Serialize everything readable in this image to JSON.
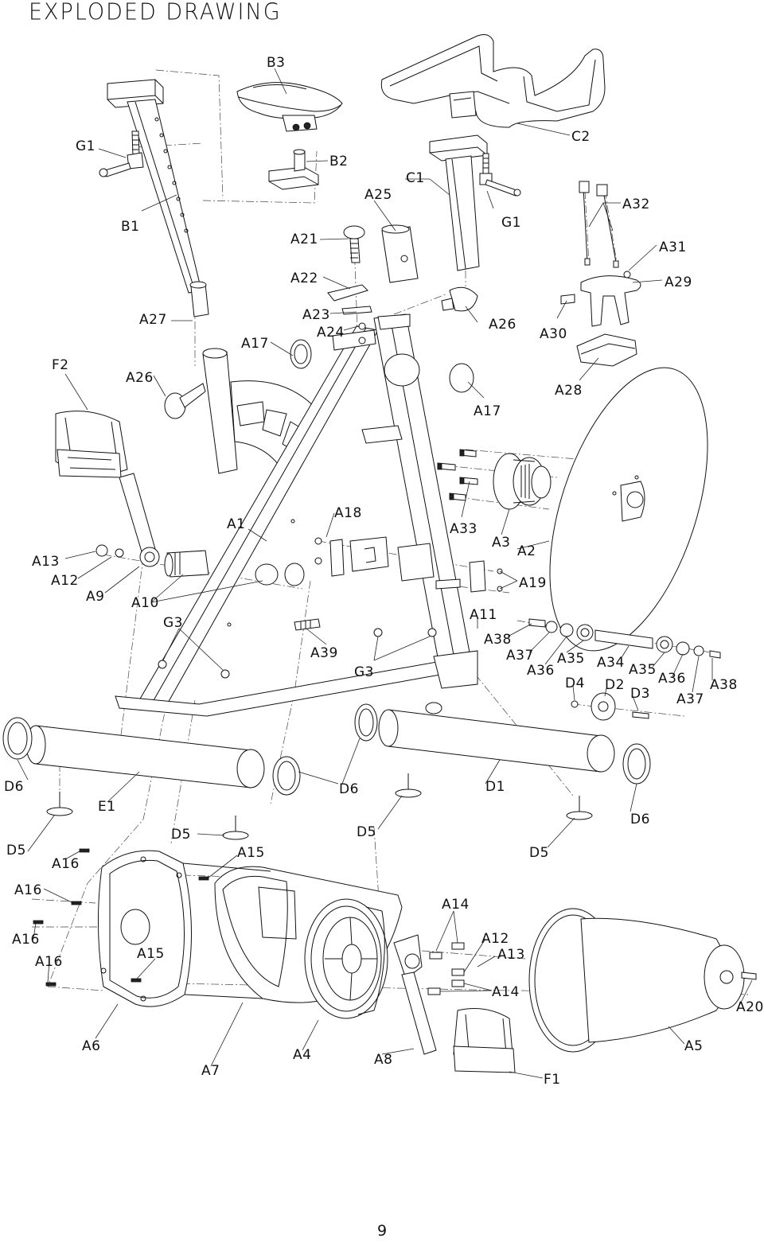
{
  "header": {
    "title": "EXPLODED DRAWING"
  },
  "footer": {
    "page_number": "9"
  },
  "labels": {
    "B3": "B3",
    "B2": "B2",
    "B1": "B1",
    "G1": "G1",
    "C1": "C1",
    "C2": "C2",
    "A25": "A25",
    "A21": "A21",
    "A22": "A22",
    "A23": "A23",
    "A24": "A24",
    "A27": "A27",
    "A17": "A17",
    "A26": "A26",
    "A32": "A32",
    "A31": "A31",
    "A29": "A29",
    "A30": "A30",
    "A28": "A28",
    "F2": "F2",
    "A1": "A1",
    "A18": "A18",
    "A33": "A33",
    "A3": "A3",
    "A2": "A2",
    "A19": "A19",
    "A13": "A13",
    "A12": "A12",
    "A9": "A9",
    "A10": "A10",
    "G3": "G3",
    "A11": "A11",
    "A38": "A38",
    "A37": "A37",
    "A36": "A36",
    "A35": "A35",
    "A34": "A34",
    "D4": "D4",
    "D2": "D2",
    "D3": "D3",
    "A39": "A39",
    "D6": "D6",
    "D1": "D1",
    "E1": "E1",
    "D5": "D5",
    "A16": "A16",
    "A15": "A15",
    "A14": "A14",
    "A6": "A6",
    "A7": "A7",
    "A4": "A4",
    "A8": "A8",
    "F1": "F1",
    "A5": "A5",
    "A20": "A20"
  }
}
